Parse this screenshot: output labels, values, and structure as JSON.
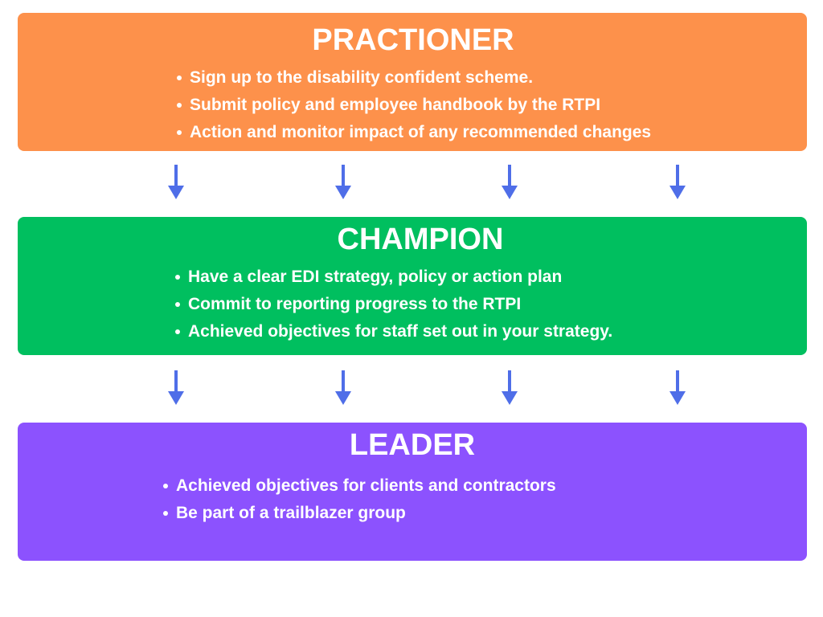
{
  "colors": {
    "text": "#ffffff",
    "arrow": "#4f6ee8"
  },
  "tiers": [
    {
      "title": "PRACTIONER",
      "color": "#fd914b",
      "items": [
        "Sign up to the disability confident scheme.",
        "Submit policy and employee handbook by the RTPI",
        "Action and monitor impact of  any recommended changes"
      ]
    },
    {
      "title": "CHAMPION",
      "color": "#00bf5f",
      "items": [
        "Have a clear EDI strategy, policy or action plan",
        "Commit to reporting progress to the RTPI",
        "Achieved objectives for staff set out in your strategy."
      ]
    },
    {
      "title": "LEADER",
      "color": "#8c52fe",
      "items": [
        "Achieved objectives for clients and contractors",
        "Be part of a trailblazer group"
      ]
    }
  ],
  "connectors": [
    {
      "from": "PRACTIONER",
      "to": "CHAMPION",
      "arrow_icon": "arrow-down-icon",
      "count": 4
    },
    {
      "from": "CHAMPION",
      "to": "LEADER",
      "arrow_icon": "arrow-down-icon",
      "count": 4
    }
  ]
}
